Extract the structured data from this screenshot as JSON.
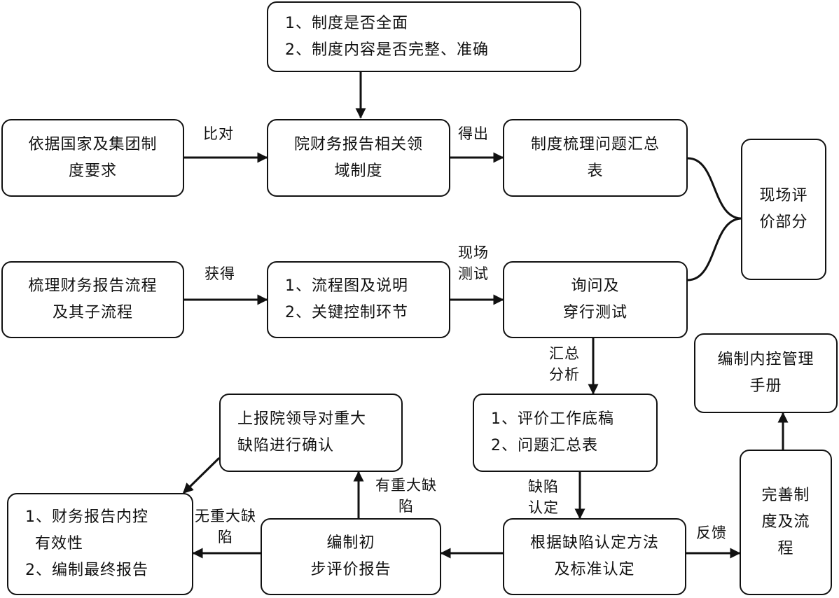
{
  "nodes": {
    "criteria": {
      "lines": [
        "1、制度是否全面",
        "2、制度内容是否完整、准确"
      ]
    },
    "basis": {
      "lines": [
        "依据国家及集团制",
        "度要求"
      ]
    },
    "domain_system": {
      "lines": [
        "院财务报告相关领",
        "域制度"
      ]
    },
    "issue_summary": {
      "lines": [
        "制度梳理问题汇总",
        "表"
      ]
    },
    "onsite_eval": {
      "lines": [
        "现场评",
        "价部分"
      ]
    },
    "sort_process": {
      "lines": [
        "梳理财务报告流程",
        "及其子流程"
      ]
    },
    "flowchart": {
      "lines": [
        "1、流程图及说明",
        "2、关键控制环节"
      ]
    },
    "inquiry": {
      "lines": [
        "询问及",
        "穿行测试"
      ]
    },
    "manual": {
      "lines": [
        "编制内控管理",
        "手册"
      ]
    },
    "report_leader": {
      "lines": [
        "上报院领导对重大",
        "缺陷进行确认"
      ]
    },
    "workpaper": {
      "lines": [
        "1、评价工作底稿",
        "2、问题汇总表"
      ]
    },
    "final_report": {
      "lines": [
        "1、财务报告内控",
        "有效性",
        "2、编制最终报告"
      ]
    },
    "preliminary": {
      "lines": [
        "编制初",
        "步评价报告"
      ]
    },
    "defect_method": {
      "lines": [
        "根据缺陷认定方法",
        "及标准认定"
      ]
    },
    "improve": {
      "lines": [
        "完善制",
        "度及流",
        "程"
      ]
    }
  },
  "labels": {
    "compare": {
      "lines": [
        "比对"
      ]
    },
    "derive": {
      "lines": [
        "得出"
      ]
    },
    "obtain": {
      "lines": [
        "获得"
      ]
    },
    "onsite_test": {
      "lines": [
        "现场",
        "测试"
      ]
    },
    "summarize": {
      "lines": [
        "汇总",
        "分析"
      ]
    },
    "major_defect": {
      "lines": [
        "有重大缺",
        "陷"
      ]
    },
    "no_major_defect": {
      "lines": [
        "无重大缺",
        "陷"
      ]
    },
    "defect_identify": {
      "lines": [
        "缺陷",
        "认定"
      ]
    },
    "feedback": {
      "lines": [
        "反馈"
      ]
    }
  }
}
